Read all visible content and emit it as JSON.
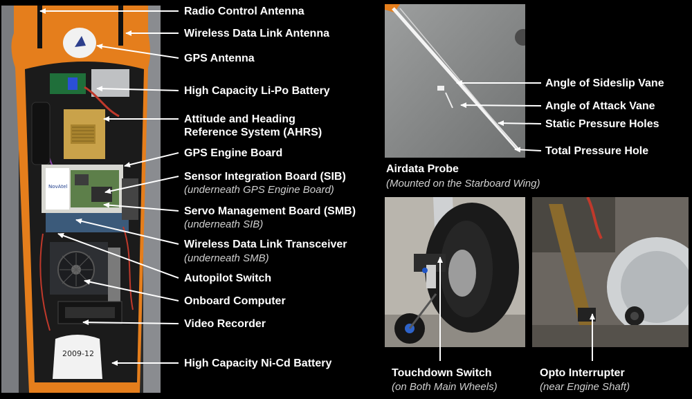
{
  "aircraft_labels": {
    "radio_antenna": "Radio Control Antenna",
    "wireless_antenna": "Wireless Data Link Antenna",
    "gps_antenna": "GPS Antenna",
    "lipo_battery": "High Capacity Li-Po Battery",
    "ahrs_line1": "Attitude and Heading",
    "ahrs_line2": "Reference System (AHRS)",
    "gps_engine_board": "GPS Engine Board",
    "sib": "Sensor Integration Board (SIB)",
    "sib_note": "(underneath GPS Engine Board)",
    "smb": "Servo Management Board (SMB)",
    "smb_note": "(underneath SIB)",
    "transceiver": "Wireless Data Link Transceiver",
    "transceiver_note": "(underneath SMB)",
    "autopilot_switch": "Autopilot Switch",
    "onboard_computer": "Onboard Computer",
    "video_recorder": "Video Recorder",
    "nicd_battery": "High Capacity Ni-Cd Battery",
    "battery_stamp": "2009-12",
    "board_brand": "NovAtel"
  },
  "probe_labels": {
    "sideslip_vane": "Angle of Sideslip Vane",
    "attack_vane": "Angle of Attack Vane",
    "static_holes": "Static Pressure Holes",
    "total_hole": "Total Pressure Hole",
    "probe_title": "Airdata Probe",
    "probe_note": "(Mounted on the Starboard Wing)"
  },
  "wheel_labels": {
    "touchdown_switch": "Touchdown Switch",
    "touchdown_note": "(on Both Main Wheels)",
    "opto_interrupter": "Opto Interrupter",
    "opto_note": "(near Engine Shaft)"
  },
  "colors": {
    "background": "#000000",
    "fuselage": "#e57e1c",
    "label_text": "#ffffff",
    "note_text": "#d0d0d0",
    "leader_line": "#ffffff"
  }
}
